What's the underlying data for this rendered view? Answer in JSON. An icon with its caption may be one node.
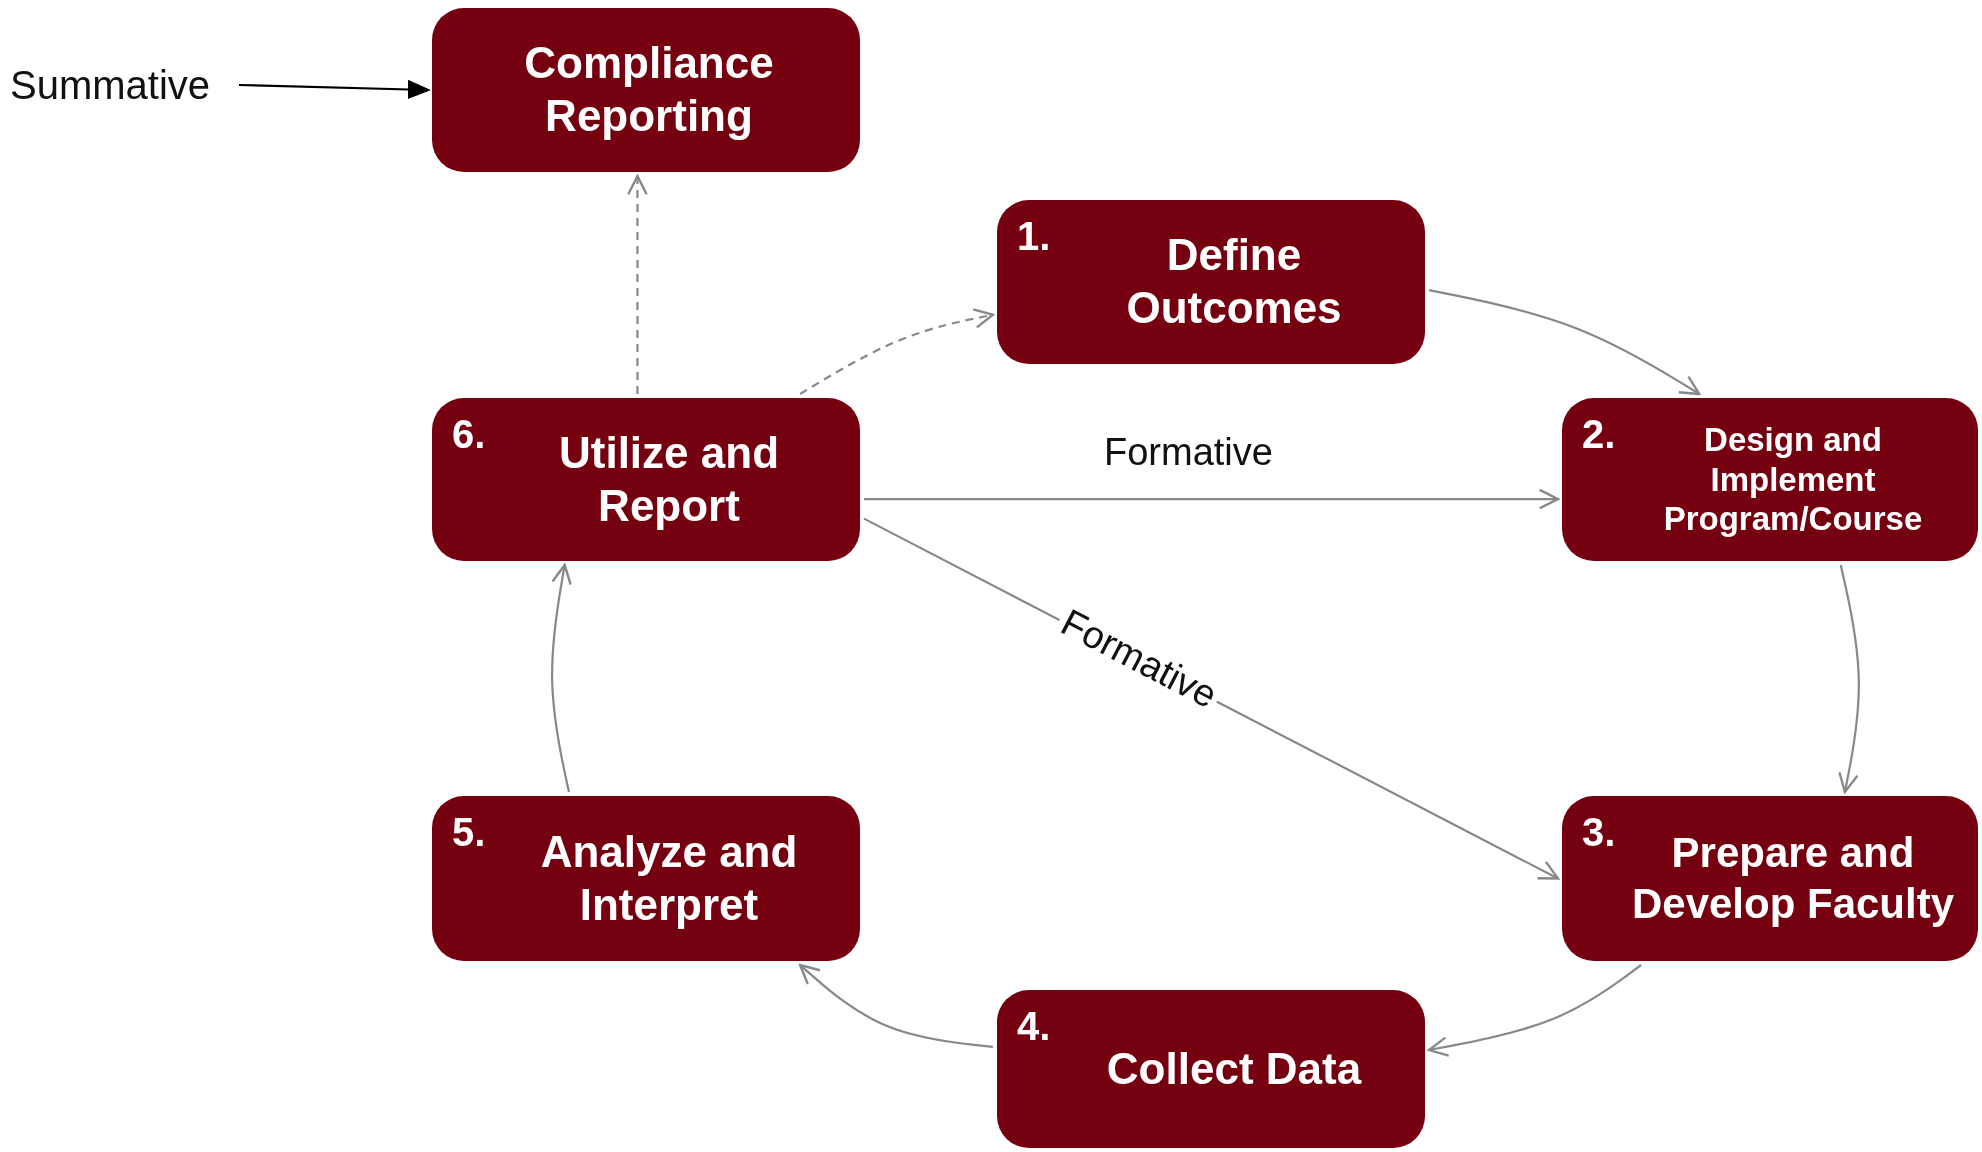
{
  "diagram": {
    "nodes": [
      {
        "text": [
          "Compliance Reporting"
        ]
      },
      {
        "text": [
          "1.",
          "Define Outcomes"
        ]
      },
      {
        "text": [
          "2.",
          "Design and Implement Program/Course"
        ]
      },
      {
        "text": [
          "3.",
          "Prepare and Develop Faculty"
        ]
      },
      {
        "text": [
          "4.",
          "Collect Data"
        ]
      },
      {
        "text": [
          "5.",
          "Analyze and Interpret"
        ]
      },
      {
        "text": [
          "6.",
          "Utilize and Report"
        ]
      },
      {
        "text": [
          "Summative"
        ]
      }
    ],
    "edges": [
      {
        "from": 7,
        "to": 0,
        "arrow": "to",
        "color": "#000000"
      },
      {
        "from": 6,
        "to": 0,
        "arrow": "to",
        "style": "dashed"
      },
      {
        "from": 6,
        "to": 1,
        "arrow": "to",
        "style": "dashed"
      },
      {
        "from": 1,
        "to": 2,
        "arrow": "to"
      },
      {
        "from": 2,
        "to": 3,
        "arrow": "to"
      },
      {
        "from": 3,
        "to": 4,
        "arrow": "to"
      },
      {
        "from": 4,
        "to": 5,
        "arrow": "to"
      },
      {
        "from": 5,
        "to": 6,
        "arrow": "to"
      },
      {
        "from": 6,
        "to": 2,
        "arrow": "to",
        "label": "Formative"
      },
      {
        "from": 6,
        "to": 3,
        "arrow": "to",
        "label": "Formative"
      }
    ]
  }
}
